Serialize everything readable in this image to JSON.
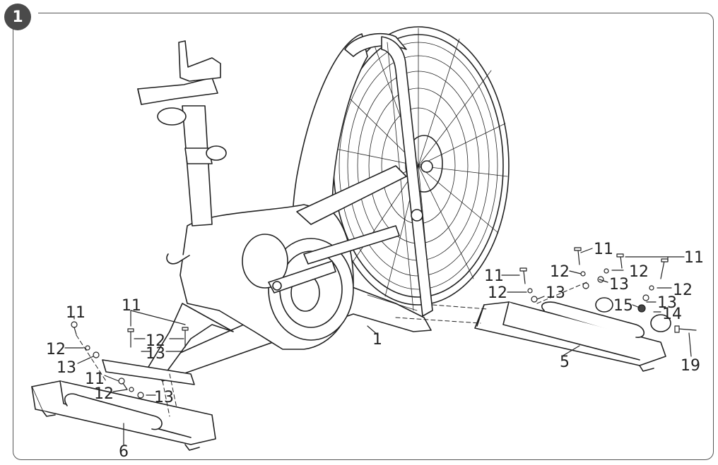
{
  "step": {
    "number": "1"
  },
  "callouts": {
    "c1": "1",
    "c5": "5",
    "c6": "6",
    "c11": "11",
    "c12": "12",
    "c13": "13",
    "c14": "14",
    "c15": "15",
    "c19": "19"
  },
  "colors": {
    "line": "#222222",
    "frame": "#555555",
    "badge": "#4a4a4a"
  }
}
